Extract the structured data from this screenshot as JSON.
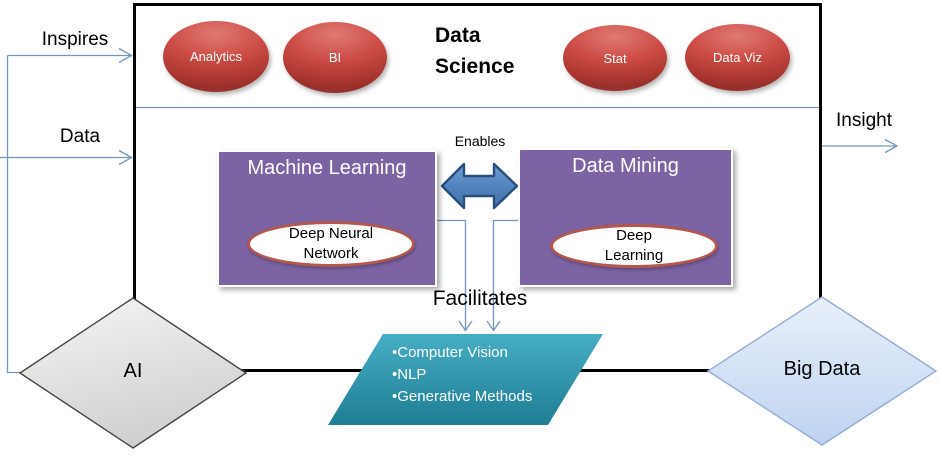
{
  "diagram": {
    "title": "Data Science",
    "top_bubbles": [
      "Analytics",
      "BI",
      "Stat",
      "Data Viz"
    ],
    "edge_labels": {
      "inspires": "Inspires",
      "data": "Data",
      "insight": "Insight",
      "enables": "Enables",
      "facilitates": "Facilitates"
    },
    "boxes": {
      "machine_learning": {
        "title": "Machine Learning",
        "ellipse": "Deep Neural Network"
      },
      "data_mining": {
        "title": "Data Mining",
        "ellipse": "Deep Learning"
      }
    },
    "parallelogram_items": [
      "•Computer Vision",
      "•NLP",
      "•Generative Methods"
    ],
    "diamonds": {
      "ai": "AI",
      "big_data": "Big Data"
    },
    "colors": {
      "bubble_red": "#C0504D",
      "box_purple": "#7C63A3",
      "ellipse_border_red": "#B4574D",
      "parallelogram_teal": "#2B97AE",
      "double_arrow_blue": "#4F81BD",
      "connector_blue": "#7296BE",
      "diamond_gray": "#DEDEDD",
      "diamond_light_blue": "#D3E2F6",
      "outline_black": "#000000"
    }
  }
}
